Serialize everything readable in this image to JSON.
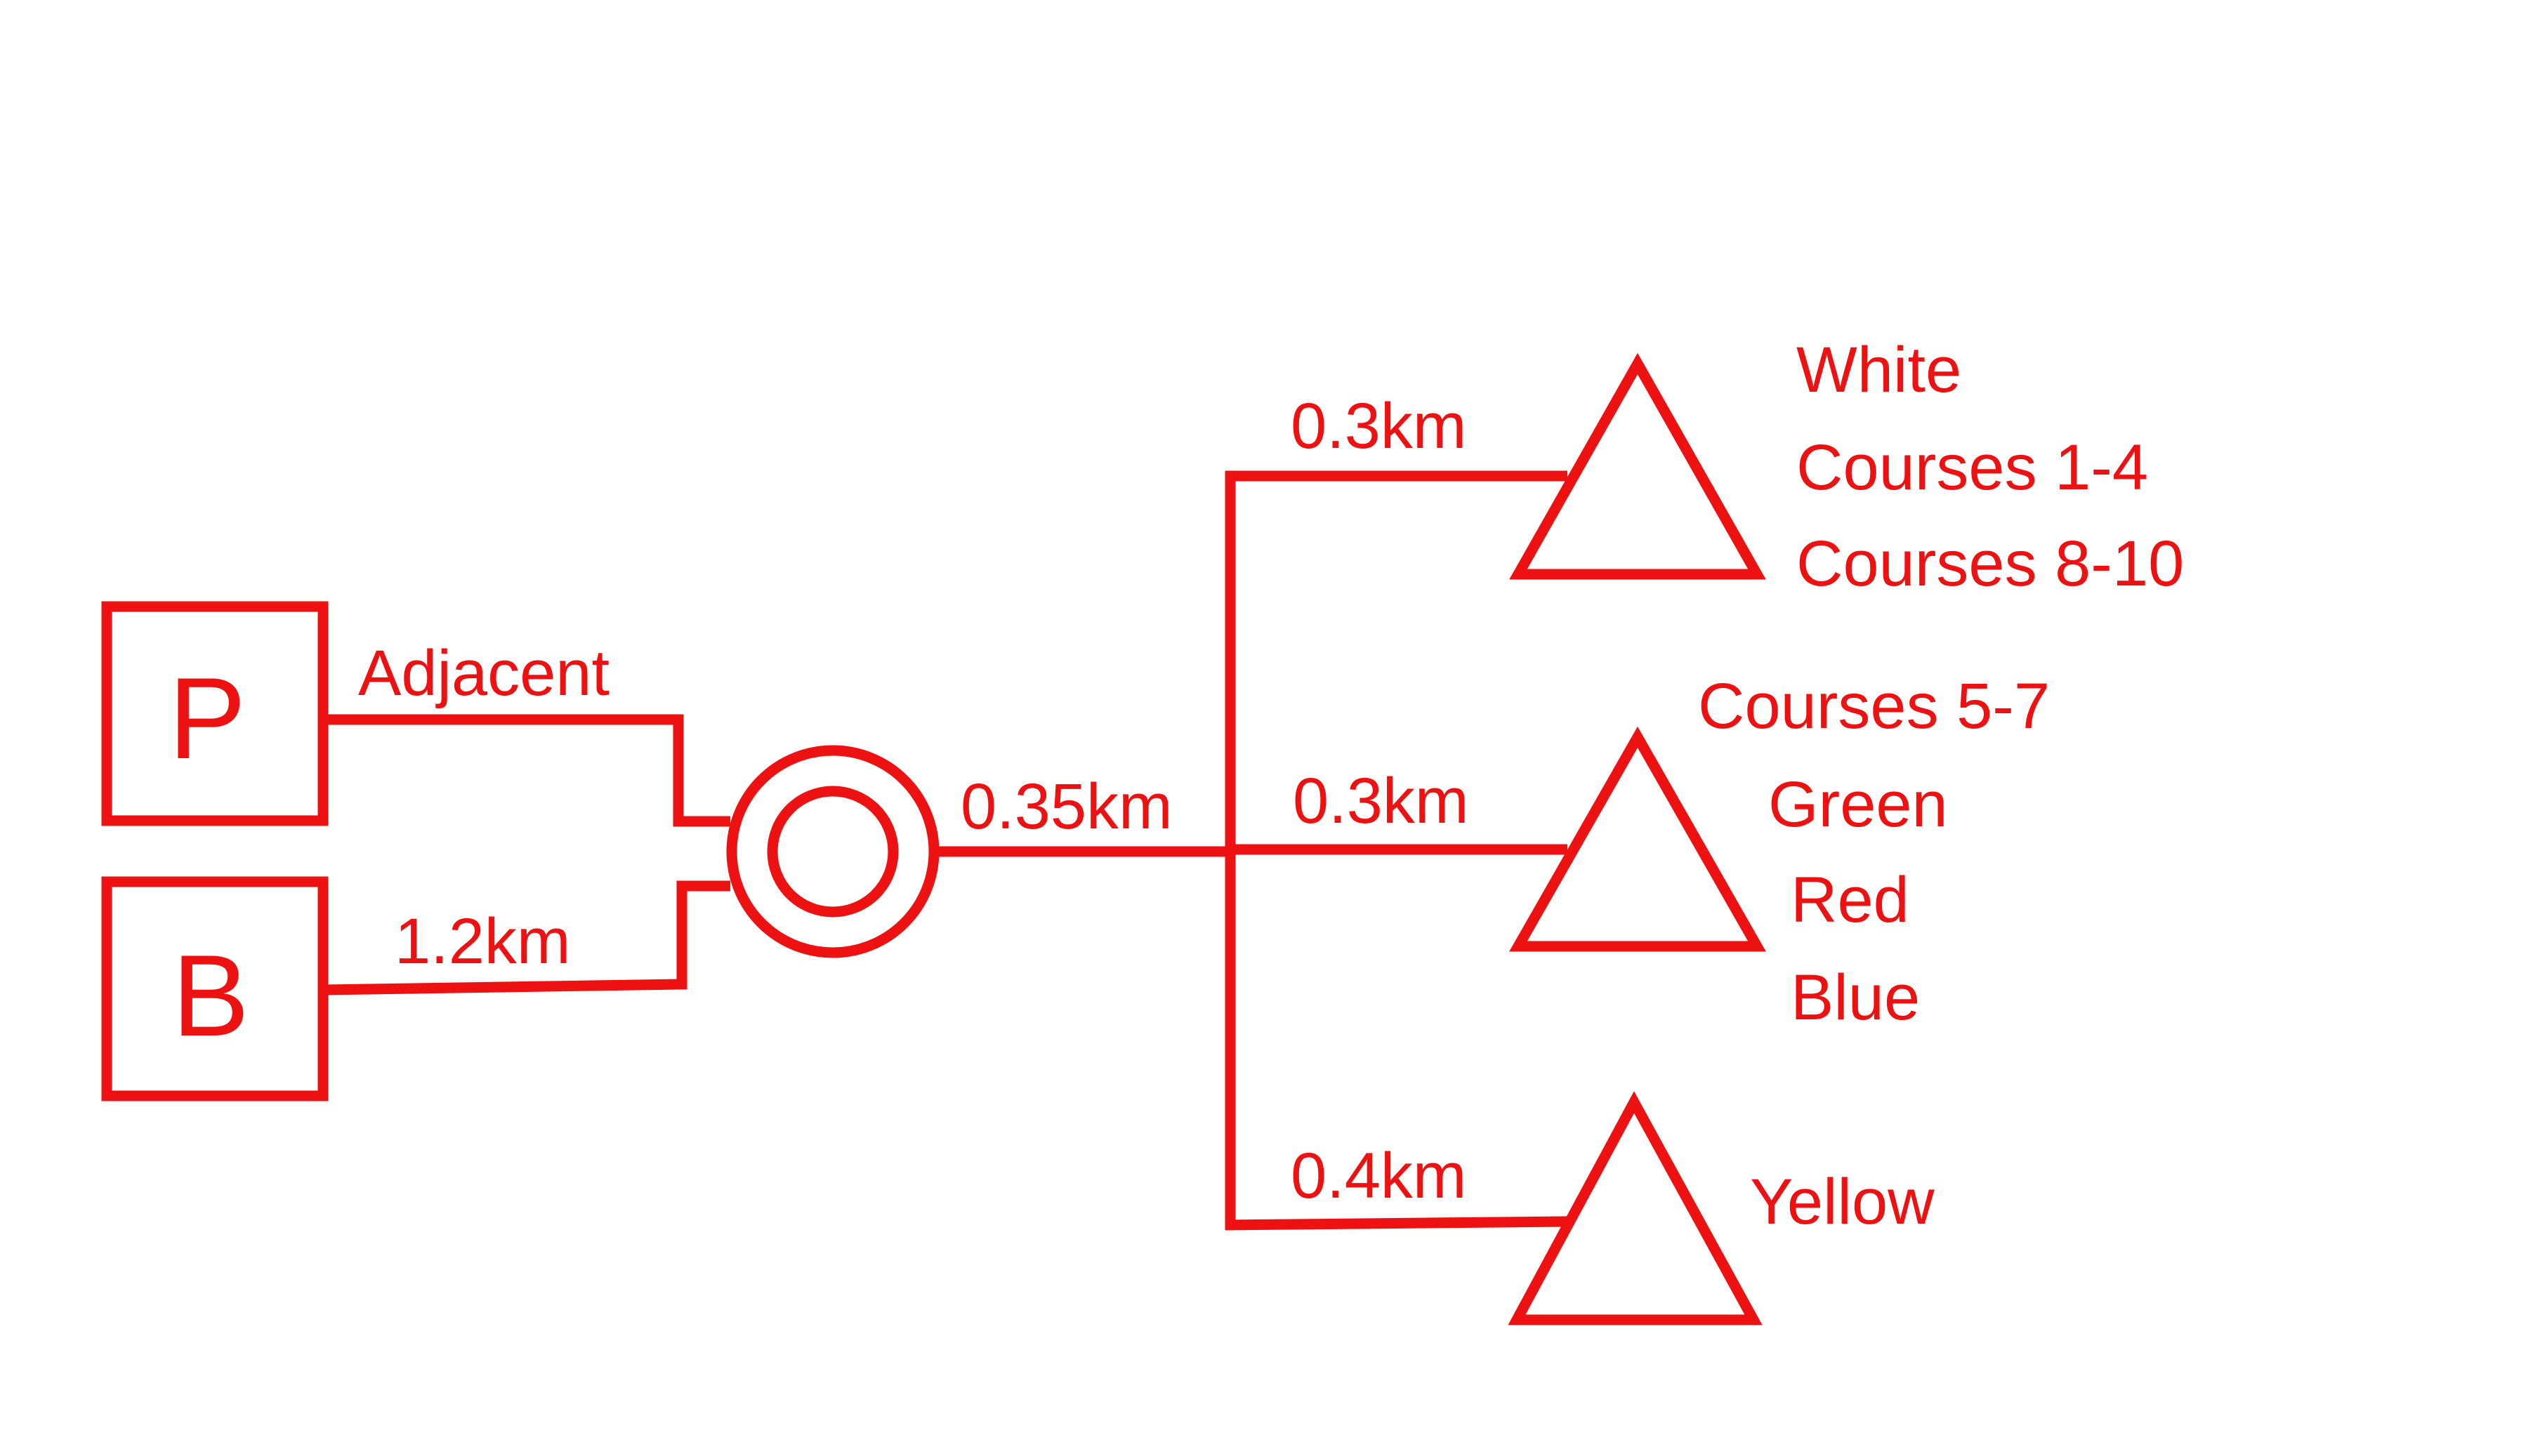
{
  "colors": {
    "stroke": "#ee1111",
    "text": "#ee1111",
    "background": "#ffffff"
  },
  "nodes": {
    "p_box": {
      "letter": "P",
      "shape": "square"
    },
    "b_box": {
      "letter": "B",
      "shape": "square"
    },
    "hub": {
      "shape": "double-circle"
    },
    "start_white": {
      "shape": "triangle"
    },
    "start_middle": {
      "shape": "triangle"
    },
    "start_yellow": {
      "shape": "triangle"
    }
  },
  "edges": {
    "p_to_hub": {
      "label": "Adjacent"
    },
    "b_to_hub": {
      "label": "1.2km"
    },
    "hub_to_junction": {
      "label": "0.35km"
    },
    "to_white": {
      "label": "0.3km"
    },
    "to_middle": {
      "label": "0.3km"
    },
    "to_yellow": {
      "label": "0.4km"
    }
  },
  "start_groups": {
    "white": [
      "White",
      "Courses 1-4",
      "Courses 8-10"
    ],
    "middle": [
      "Courses 5-7",
      "Green",
      "Red",
      "Blue"
    ],
    "yellow": [
      "Yellow"
    ]
  }
}
